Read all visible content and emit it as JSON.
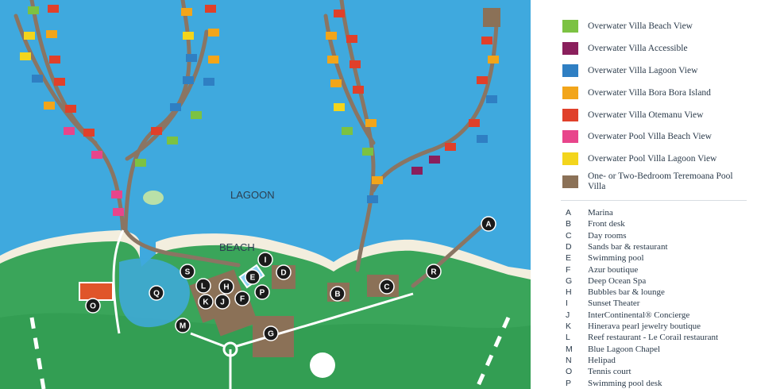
{
  "map": {
    "labels": {
      "lagoon": "LAGOON",
      "beach": "BEACH"
    },
    "pins": [
      "A",
      "B",
      "C",
      "D",
      "E",
      "F",
      "G",
      "H",
      "I",
      "J",
      "K",
      "L",
      "M",
      "O",
      "P",
      "Q",
      "R",
      "S"
    ],
    "colors": {
      "lagoon": "#3fa9de",
      "land": "#3aa55a",
      "sand": "#f3eede",
      "walkway": "#8a7563",
      "pin": "#1a1a1a"
    }
  },
  "legend": {
    "villas": [
      {
        "label": "Overwater Villa Beach View",
        "color": "#7cc242"
      },
      {
        "label": "Overwater Villa Accessible",
        "color": "#8a1f5c"
      },
      {
        "label": "Overwater Villa Lagoon View",
        "color": "#2f7fc3"
      },
      {
        "label": "Overwater Villa Bora Bora Island",
        "color": "#f2a51a"
      },
      {
        "label": "Overwater Villa Otemanu View",
        "color": "#e0402a"
      },
      {
        "label": "Overwater Pool Villa Beach View",
        "color": "#e8458b"
      },
      {
        "label": "Overwater Pool Villa Lagoon View",
        "color": "#f3d51c"
      },
      {
        "label": "One- or Two-Bedroom Teremoana Pool Villa",
        "color": "#8b7157"
      }
    ],
    "key": [
      {
        "letter": "A",
        "name": "Marina"
      },
      {
        "letter": "B",
        "name": "Front desk"
      },
      {
        "letter": "C",
        "name": "Day rooms"
      },
      {
        "letter": "D",
        "name": "Sands bar & restaurant"
      },
      {
        "letter": "E",
        "name": "Swimming pool"
      },
      {
        "letter": "F",
        "name": "Azur boutique"
      },
      {
        "letter": "G",
        "name": "Deep Ocean Spa"
      },
      {
        "letter": "H",
        "name": "Bubbles bar & lounge"
      },
      {
        "letter": "I",
        "name": "Sunset Theater"
      },
      {
        "letter": "J",
        "name": "InterContinental® Concierge"
      },
      {
        "letter": "K",
        "name": "Hinerava pearl jewelry boutique"
      },
      {
        "letter": "L",
        "name": "Reef restaurant - Le Corail restaurant"
      },
      {
        "letter": "M",
        "name": "Blue Lagoon Chapel"
      },
      {
        "letter": "N",
        "name": "Helipad"
      },
      {
        "letter": "O",
        "name": "Tennis court"
      },
      {
        "letter": "P",
        "name": "Swimming pool desk"
      }
    ]
  }
}
